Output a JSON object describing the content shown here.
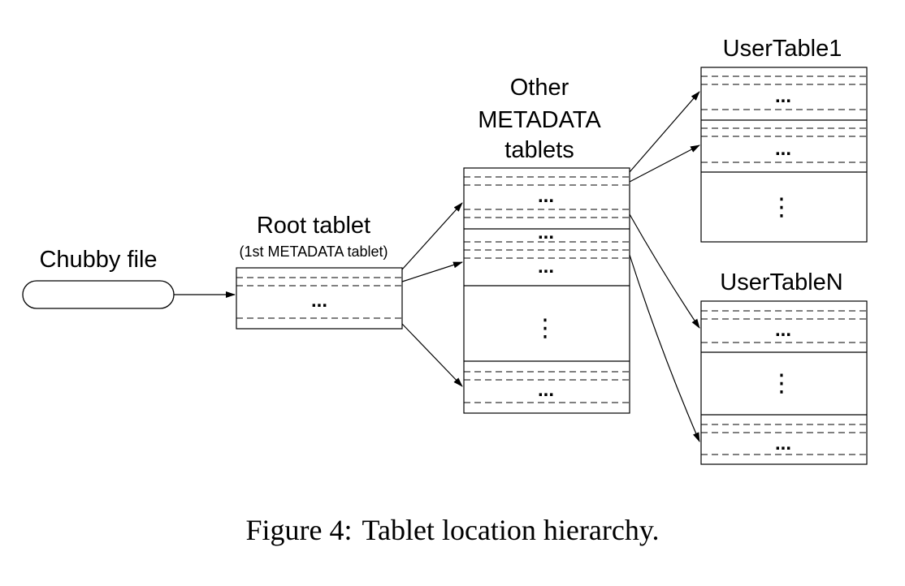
{
  "labels": {
    "chubby": "Chubby file",
    "root": "Root tablet",
    "root_sub": "(1st METADATA tablet)",
    "other_1": "Other",
    "other_2": "METADATA",
    "other_3": "tablets",
    "user1": "UserTable1",
    "userN": "UserTableN"
  },
  "glyphs": {
    "hellip": "...",
    "vellip": "⋮"
  },
  "caption": {
    "label": "Figure 4:",
    "text": "Tablet location hierarchy."
  }
}
